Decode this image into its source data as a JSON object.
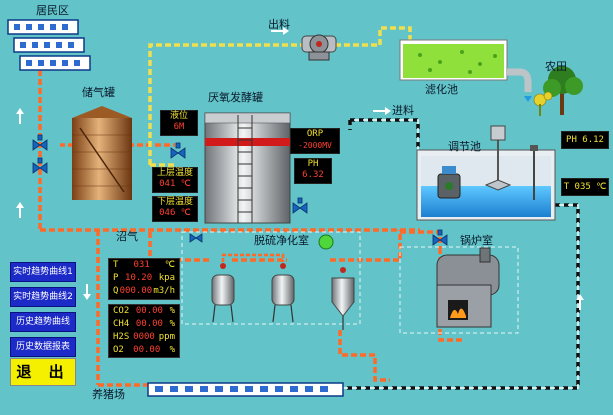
{
  "labels": {
    "residential": "居民区",
    "gas_storage": "储气罐",
    "digester": "厌氧发酵罐",
    "outlet": "出料",
    "filter_pond": "滤化池",
    "farmland": "农田",
    "inlet": "进料",
    "regulating_pond": "调节池",
    "biogas": "沼气",
    "desulfurization": "脱硫净化室",
    "boiler_room": "锅炉室",
    "pig_farm": "养猪场"
  },
  "tags": {
    "level_label": "液位",
    "level_value": "6M",
    "upper_temp_label": "上层温度",
    "upper_temp_value": "041 ℃",
    "lower_temp_label": "下层温度",
    "lower_temp_value": "046 ℃",
    "orp_label": "ORP",
    "orp_value": "-2000MV",
    "ph_label": "PH",
    "ph_value": "6.32",
    "pond_ph": "PH 6.12",
    "pond_temp": "T 035 ℃"
  },
  "gas_panel": {
    "t_label": "T",
    "t_value": "031",
    "t_unit": "℃",
    "p_label": "P",
    "p_value": "10.20",
    "p_unit": "kpa",
    "q_label": "Q",
    "q_value": "000.00",
    "q_unit": "m3/h"
  },
  "composition_panel": {
    "co2_label": "CO2",
    "co2_value": "00.00",
    "co2_unit": "%",
    "ch4_label": "CH4",
    "ch4_value": "00.00",
    "ch4_unit": "%",
    "h2s_label": "H2S",
    "h2s_value": "0000",
    "h2s_unit": "ppm",
    "o2_label": "O2",
    "o2_value": "00.00",
    "o2_unit": "%"
  },
  "buttons": {
    "realtime1": "实时趋势曲线1",
    "realtime2": "实时趋势曲线2",
    "history_trend": "历史趋势曲线",
    "history_report": "历史数据报表",
    "exit": "退 出"
  },
  "colors": {
    "background": "#62c3c9",
    "gas_pipe": "#ff6a28",
    "slurry_pipe": "#f0e050",
    "water_pipe": "#111111",
    "button": "#1c2ac8",
    "exit_button": "#f4f000"
  }
}
